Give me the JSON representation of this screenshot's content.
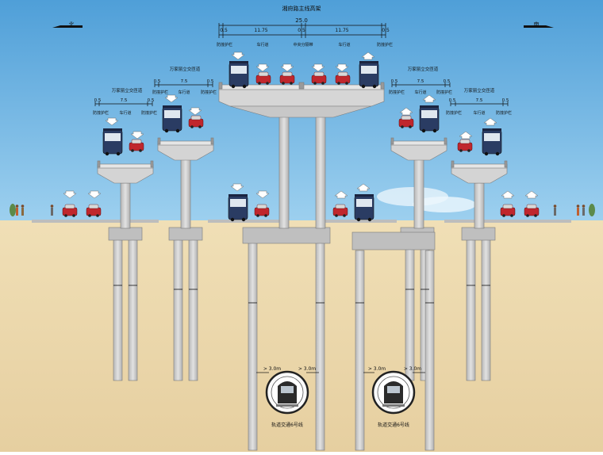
{
  "title": "湘府路主线高架",
  "overall_width": "25.0",
  "main_dims": [
    "0.5",
    "11.75",
    "0.5",
    "11.75",
    "0.5"
  ],
  "main_labels": [
    "防撞护栏",
    "车行道",
    "中央分隔带",
    "车行道",
    "防撞护栏"
  ],
  "compass": {
    "left": "北",
    "right": "南"
  },
  "ramp_titles": {
    "left_outer": "万家丽立交匝道",
    "left_inner": "万家丽立交匝道",
    "right_inner": "万家丽立交匝道",
    "right_outer": "万家丽立交匝道"
  },
  "ramp_dims": [
    "0.5",
    "7.5",
    "0.5"
  ],
  "ramp_labels": [
    "防撞护栏",
    "车行道",
    "防撞护栏"
  ],
  "tunnel_clearance": [
    "> 3.0m",
    "> 3.0m"
  ],
  "tunnels": [
    "轨道交通6号线",
    "轨道交通6号线"
  ],
  "colors": {
    "sky": "#6ab2e0",
    "ground": "#edd9ad",
    "concrete": "#c9c9c9",
    "car": "#c0272d",
    "bus": "#2a3c63"
  }
}
